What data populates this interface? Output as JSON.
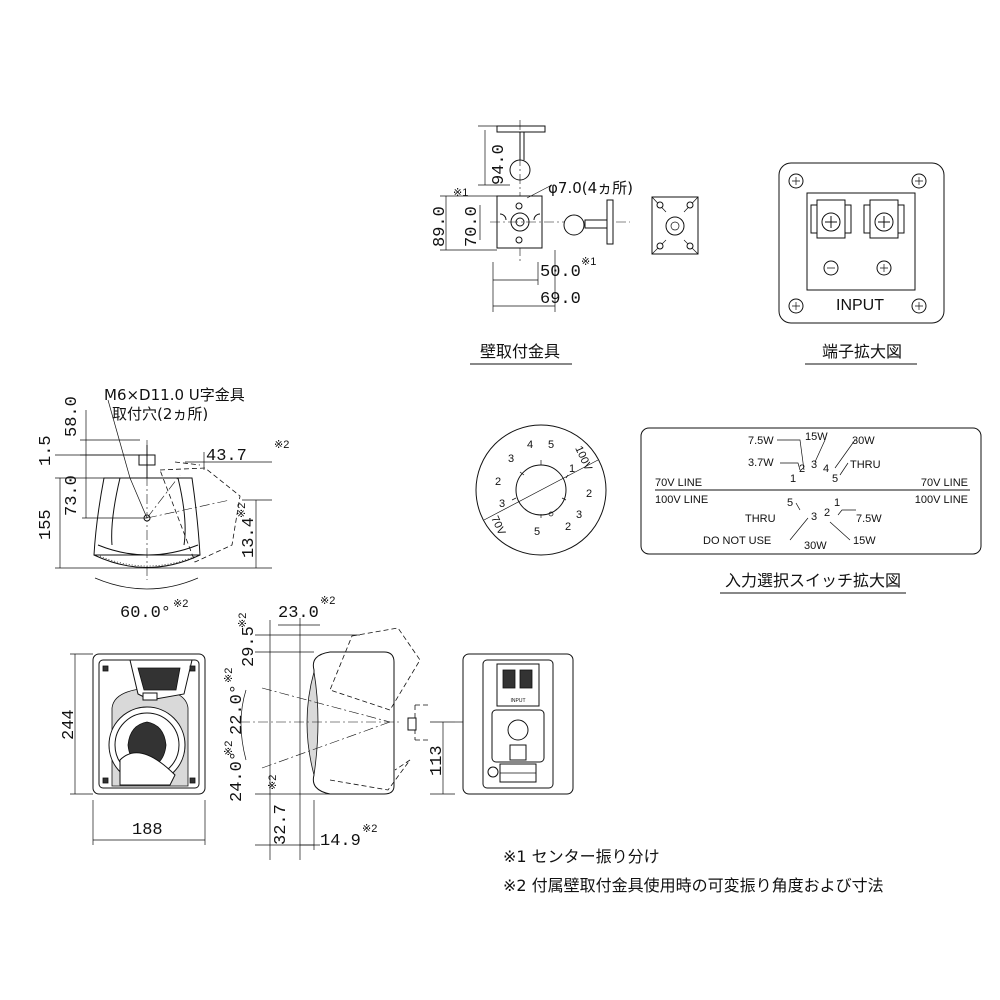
{
  "bracket": {
    "dims": {
      "d94": "94.0",
      "d89": "89.0",
      "d70": "70.0",
      "d50": "50.0",
      "d69": "69.0"
    },
    "hole": "φ7.0(4ヵ所)",
    "mark1": "※1",
    "caption": "壁取付金具"
  },
  "terminal": {
    "minus": "−",
    "plus": "+",
    "input_label": "INPUT",
    "caption": "端子拡大図"
  },
  "side_view": {
    "hole_label_line1": "M6×D11.0 U字金具",
    "hole_label_line2": "取付穴(2ヵ所)",
    "dims": {
      "d58": "58.0",
      "d1_5": "1.5",
      "d73": "73.0",
      "d155": "155",
      "d43_7": "43.7",
      "d13_4": "13.4",
      "angle60": "60.0°"
    },
    "mark2": "※2"
  },
  "dial": {
    "labels": [
      "4",
      "5",
      "3",
      "2",
      "2",
      "3",
      "1",
      "2",
      "3",
      "5",
      "100V",
      "70V"
    ]
  },
  "switch": {
    "top": {
      "w7_5": "7.5W",
      "w3_7": "3.7W",
      "w15": "15W",
      "w30": "30W",
      "thru": "THRU",
      "n1": "1",
      "n2": "2",
      "n3": "3",
      "n4": "4",
      "n5": "5"
    },
    "left1": "70V LINE",
    "left2": "100V LINE",
    "right1": "70V LINE",
    "right2": "100V LINE",
    "bottom": {
      "thru": "THRU",
      "dnu": "DO NOT USE",
      "w30": "30W",
      "w15": "15W",
      "w7_5": "7.5W",
      "n5": "5",
      "n3": "3",
      "n2": "2",
      "n1": "1"
    },
    "caption": "入力選択スイッチ拡大図"
  },
  "front": {
    "d244": "244",
    "d188": "188"
  },
  "profile": {
    "d23": "23.0",
    "d29_5": "29.5",
    "d22": "22.0°",
    "d24": "24.0°",
    "d32_7": "32.7",
    "d14_9": "14.9"
  },
  "rear": {
    "d113": "113",
    "input_label": "INPUT"
  },
  "notes": {
    "n1": "※1 センター振り分け",
    "n2": "※2 付属壁取付金具使用時の可変振り角度および寸法"
  }
}
